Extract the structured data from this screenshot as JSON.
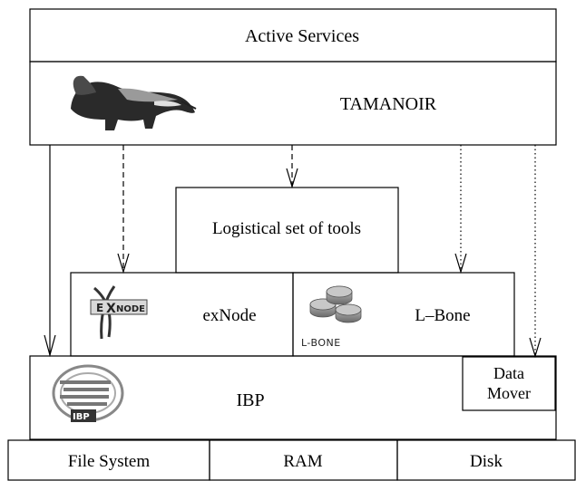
{
  "layers": {
    "active_services": "Active Services",
    "tamanoir": "TAMANOIR",
    "logistical_tools": "Logistical set of tools",
    "exnode": "exNode",
    "lbone": "L–Bone",
    "ibp": "IBP",
    "data_mover_line1": "Data",
    "data_mover_line2": "Mover",
    "file_system": "File System",
    "ram": "RAM",
    "disk": "Disk"
  },
  "logos": {
    "anteater": "anteater-logo",
    "exnode_logo_letters": [
      "E",
      "X",
      "NODE"
    ],
    "lbone_logo_text": "L-BONE",
    "ibp_logo_text": "IBP"
  }
}
